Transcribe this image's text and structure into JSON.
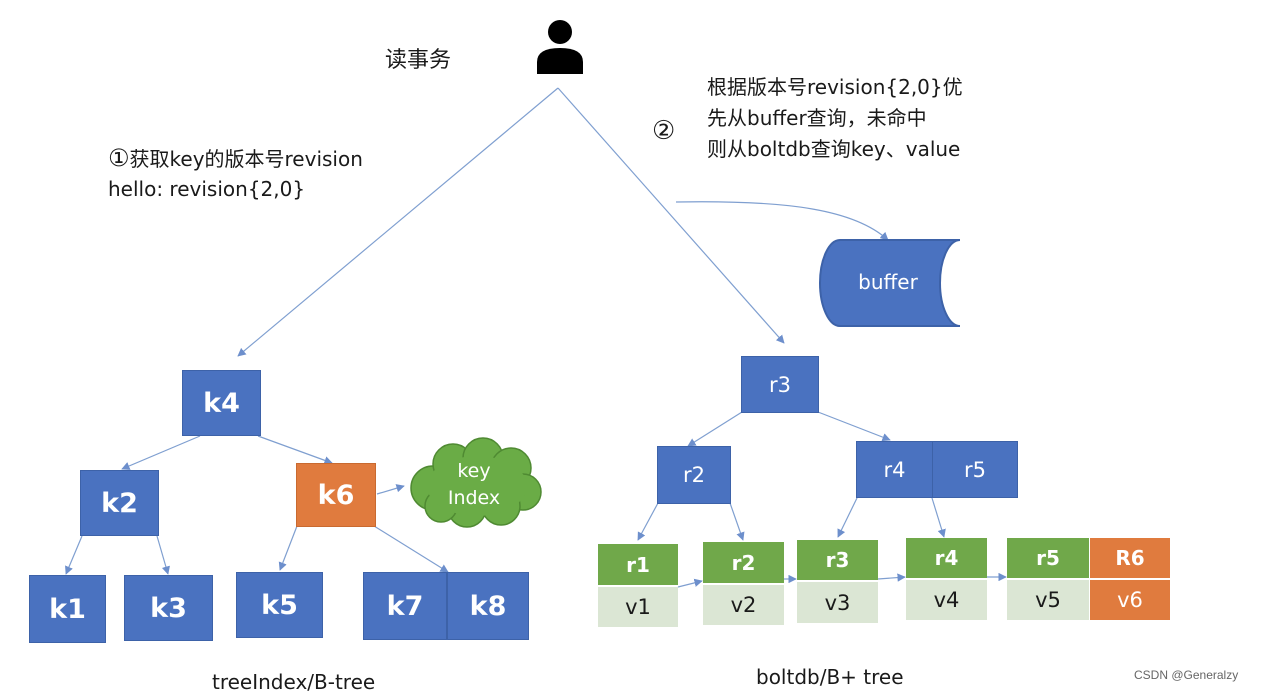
{
  "header": {
    "transaction_label": "读事务"
  },
  "step1": {
    "marker": "①",
    "line1": "获取key的版本号revision",
    "line2": "hello: revision{2,0}"
  },
  "step2": {
    "marker": "②",
    "line1": "根据版本号revision{2,0}优",
    "line2": "先从buffer查询，未命中",
    "line3": "则从boltdb查询key、value"
  },
  "buffer": {
    "label": "buffer"
  },
  "key_index": {
    "line1": "key",
    "line2": "Index"
  },
  "btree": {
    "caption": "treeIndex/B-tree",
    "nodes": {
      "k4": "k4",
      "k2": "k2",
      "k6": "k6",
      "k1": "k1",
      "k3": "k3",
      "k5": "k5",
      "k7": "k7",
      "k8": "k8"
    }
  },
  "bplustree": {
    "caption": "boltdb/B+ tree",
    "nodes": {
      "r3": "r3",
      "r2": "r2",
      "r4": "r4",
      "r5": "r5"
    },
    "leaves": [
      {
        "key": "r1",
        "value": "v1"
      },
      {
        "key": "r2",
        "value": "v2"
      },
      {
        "key": "r3",
        "value": "v3"
      },
      {
        "key": "r4",
        "value": "v4"
      },
      {
        "key": "r5",
        "value": "v5"
      },
      {
        "key": "R6",
        "value": "v6"
      }
    ]
  },
  "watermark": "CSDN @Generalzy",
  "colors": {
    "node_blue": "#4a72c0",
    "highlight_orange": "#e07b3e",
    "leaf_green": "#70a84a",
    "leaf_value_bg": "#dbe6d4",
    "cloud_green": "#6aac46",
    "line": "#7f9fd0"
  }
}
